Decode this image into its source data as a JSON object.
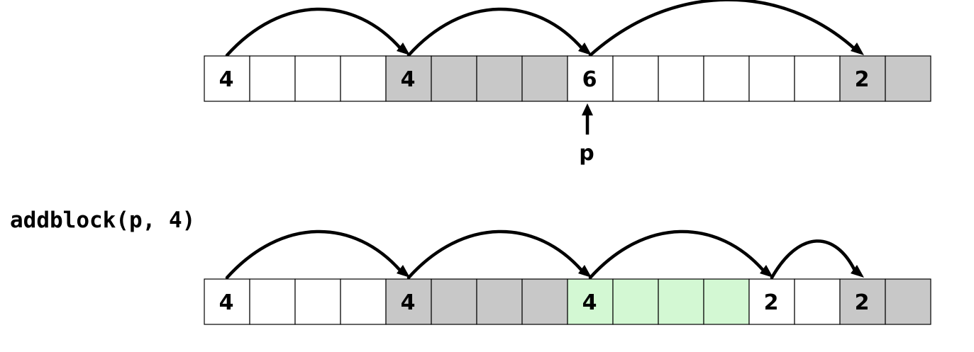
{
  "colors": {
    "free": "#ffffff",
    "allocated": "#c8c8c8",
    "new_allocated": "#d3f8d3",
    "stroke": "#000000"
  },
  "before": {
    "cells": [
      {
        "label": "4",
        "state": "free"
      },
      {
        "label": "",
        "state": "free"
      },
      {
        "label": "",
        "state": "free"
      },
      {
        "label": "",
        "state": "free"
      },
      {
        "label": "4",
        "state": "allocated"
      },
      {
        "label": "",
        "state": "allocated"
      },
      {
        "label": "",
        "state": "allocated"
      },
      {
        "label": "",
        "state": "allocated"
      },
      {
        "label": "6",
        "state": "free"
      },
      {
        "label": "",
        "state": "free"
      },
      {
        "label": "",
        "state": "free"
      },
      {
        "label": "",
        "state": "free"
      },
      {
        "label": "",
        "state": "free"
      },
      {
        "label": "",
        "state": "free"
      },
      {
        "label": "2",
        "state": "allocated"
      },
      {
        "label": "",
        "state": "allocated"
      }
    ],
    "links": [
      [
        0,
        4
      ],
      [
        4,
        8
      ],
      [
        8,
        14
      ]
    ],
    "pointer": {
      "label": "p",
      "cell": 8
    }
  },
  "call": {
    "text": "addblock(p, 4)"
  },
  "after": {
    "cells": [
      {
        "label": "4",
        "state": "free"
      },
      {
        "label": "",
        "state": "free"
      },
      {
        "label": "",
        "state": "free"
      },
      {
        "label": "",
        "state": "free"
      },
      {
        "label": "4",
        "state": "allocated"
      },
      {
        "label": "",
        "state": "allocated"
      },
      {
        "label": "",
        "state": "allocated"
      },
      {
        "label": "",
        "state": "allocated"
      },
      {
        "label": "4",
        "state": "new_allocated"
      },
      {
        "label": "",
        "state": "new_allocated"
      },
      {
        "label": "",
        "state": "new_allocated"
      },
      {
        "label": "",
        "state": "new_allocated"
      },
      {
        "label": "2",
        "state": "free"
      },
      {
        "label": "",
        "state": "free"
      },
      {
        "label": "2",
        "state": "allocated"
      },
      {
        "label": "",
        "state": "allocated"
      }
    ],
    "links": [
      [
        0,
        4
      ],
      [
        4,
        8
      ],
      [
        8,
        12
      ],
      [
        12,
        14
      ]
    ]
  }
}
